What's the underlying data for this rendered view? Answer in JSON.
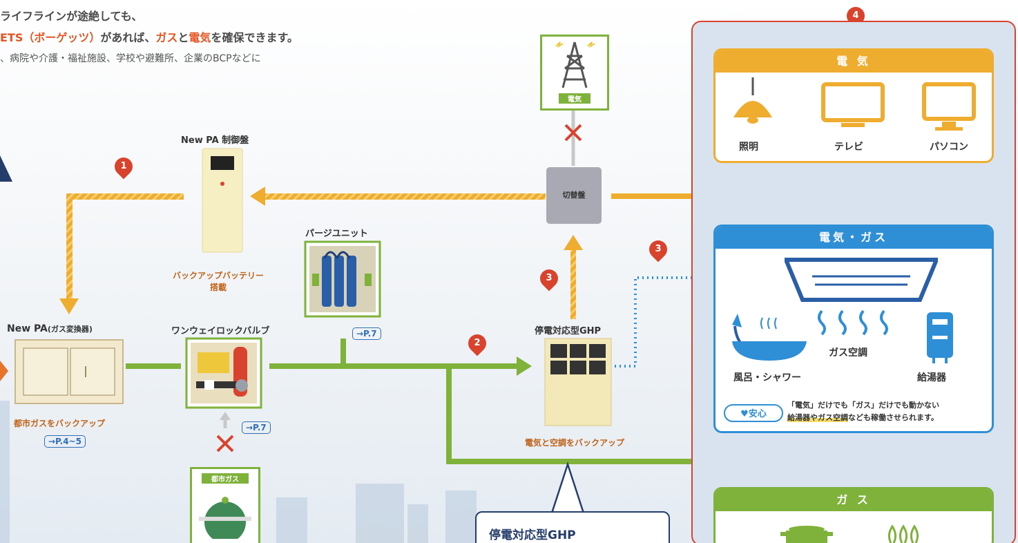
{
  "intro": {
    "line1": "ライフラインが途絶しても、",
    "line2_a": "ETS（ボーゲッツ）",
    "line2_b": "があれば、",
    "line2_c": "ガス",
    "line2_d": "と",
    "line2_e": "電気",
    "line2_f": "を確保できます。",
    "line3": "、病院や介護・福祉施設、学校や避難所、企業のBCPなどに"
  },
  "nodes": {
    "control_panel": {
      "title": "New PA 制御盤",
      "caption_l1": "バックアップバッテリー",
      "caption_l2": "搭載"
    },
    "purge_unit": {
      "title": "パージユニット",
      "ref": "→P.7"
    },
    "new_pa": {
      "title": "New PA",
      "title_sub": "(ガス変換器)",
      "caption": "都市ガスをバックアップ",
      "ref": "→P.4~5"
    },
    "valve": {
      "title": "ワンウェイロックバルブ",
      "ref": "→P.7"
    },
    "city_gas": {
      "label": "都市ガス"
    },
    "tower": {
      "label": "電気"
    },
    "switchboard": {
      "label": "切替盤"
    },
    "ghp": {
      "title": "停電対応型GHP",
      "caption": "電気と空調をバックアップ"
    }
  },
  "steps": [
    "1",
    "2",
    "3",
    "3",
    "4"
  ],
  "panel": {
    "electric": {
      "header": "電 気",
      "items": [
        "照明",
        "テレビ",
        "パソコン"
      ]
    },
    "electric_gas": {
      "header": "電気・ガス",
      "items": [
        "ガス空調",
        "風呂・シャワー",
        "給湯器"
      ],
      "badge": "安心",
      "note_l1": "「電気」だけでも「ガス」だけでも動かない",
      "note_l2a": "給湯器やガス空調",
      "note_l2b": "なども稼働させられます。"
    },
    "gas": {
      "header": "ガ ス"
    }
  },
  "callout": {
    "text": "停電対応型GHP"
  },
  "colors": {
    "orange": "#efad2f",
    "green": "#7fb23a",
    "blue": "#2f8fd6",
    "red": "#d8432e",
    "navy": "#243d6b"
  }
}
